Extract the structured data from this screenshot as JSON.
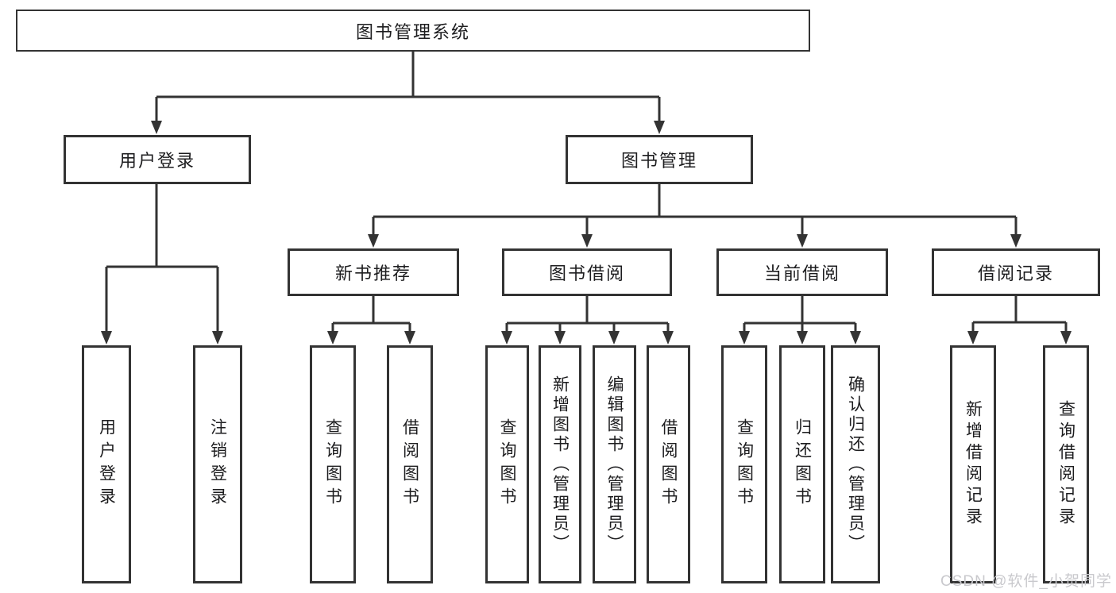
{
  "tree": {
    "label": "图书管理系统",
    "children": [
      {
        "label": "用户登录",
        "children": [
          {
            "label": "用户登录"
          },
          {
            "label": "注销登录"
          }
        ]
      },
      {
        "label": "图书管理",
        "children": [
          {
            "label": "新书推荐",
            "children": [
              {
                "label": "查询图书"
              },
              {
                "label": "借阅图书"
              }
            ]
          },
          {
            "label": "图书借阅",
            "children": [
              {
                "label": "查询图书"
              },
              {
                "label": "新增图书（管理员）"
              },
              {
                "label": "编辑图书（管理员）"
              },
              {
                "label": "借阅图书"
              }
            ]
          },
          {
            "label": "当前借阅",
            "children": [
              {
                "label": "查询图书"
              },
              {
                "label": "归还图书"
              },
              {
                "label": "确认归还（管理员）"
              }
            ]
          },
          {
            "label": "借阅记录",
            "children": [
              {
                "label": "新增借阅记录"
              },
              {
                "label": "查询借阅记录"
              }
            ]
          }
        ]
      }
    ]
  },
  "watermark": {
    "text": "CSDN @软件_小贺同学"
  },
  "colors": {
    "line": "#333333",
    "text": "#1d1d1f",
    "background": "#ffffff",
    "watermark": "#c9c9cd"
  }
}
